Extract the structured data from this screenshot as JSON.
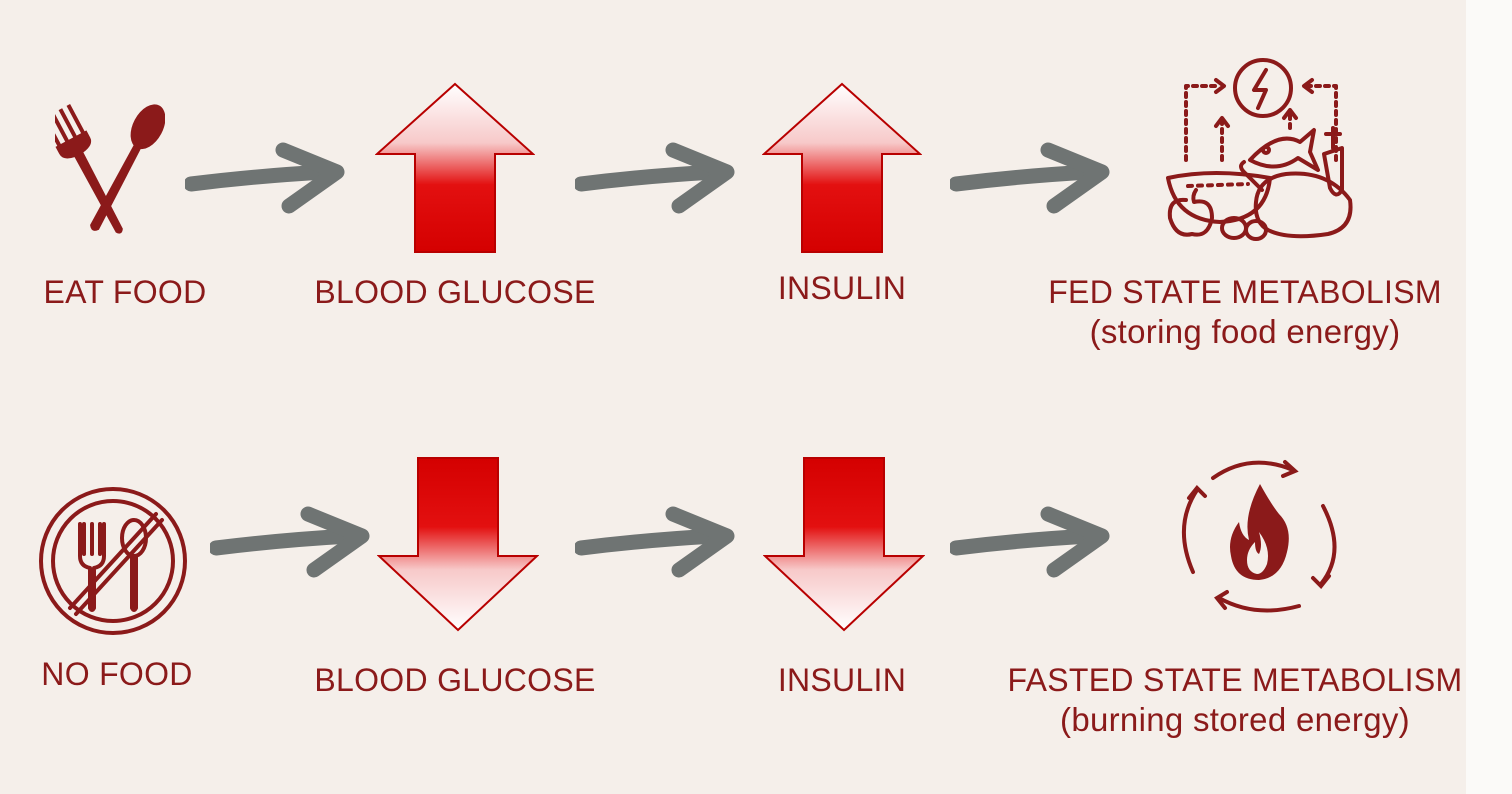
{
  "colors": {
    "background": "#f5efea",
    "dark_red": "#8b1a1a",
    "arrow_red": "#e00000",
    "connector_gray": "#6f7473"
  },
  "rows": [
    {
      "id": "fed",
      "steps": [
        {
          "icon": "fork-spoon-icon",
          "label": "EAT FOOD"
        },
        {
          "icon": "up-arrow-icon",
          "label": "BLOOD GLUCOSE"
        },
        {
          "icon": "up-arrow-icon",
          "label": "INSULIN"
        },
        {
          "icon": "food-energy-icon",
          "label": "FED STATE METABOLISM",
          "sublabel": "(storing food energy)"
        }
      ]
    },
    {
      "id": "fasted",
      "steps": [
        {
          "icon": "no-food-icon",
          "label": "NO FOOD"
        },
        {
          "icon": "down-arrow-icon",
          "label": "BLOOD GLUCOSE"
        },
        {
          "icon": "down-arrow-icon",
          "label": "INSULIN"
        },
        {
          "icon": "fire-cycle-icon",
          "label": "FASTED STATE METABOLISM",
          "sublabel": "(burning stored energy)"
        }
      ]
    }
  ]
}
